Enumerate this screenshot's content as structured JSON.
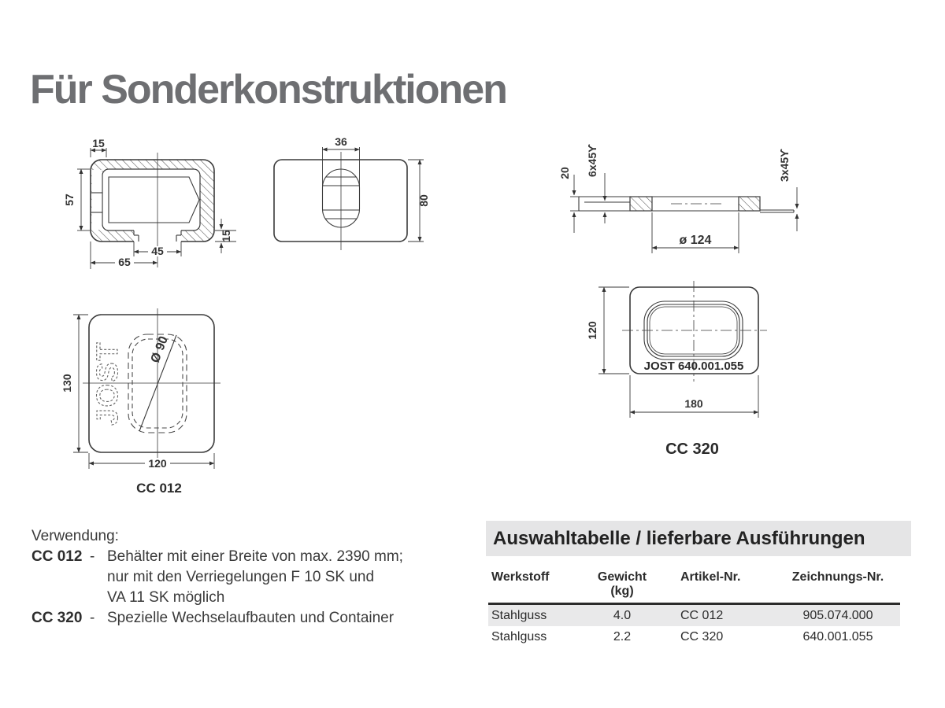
{
  "page": {
    "title": "Für Sonderkonstruktionen"
  },
  "drawings": {
    "side_section": {
      "dim_top_offset": "15",
      "dim_height": "57",
      "dim_slot": "45",
      "dim_half_width": "65",
      "dim_wall": "15"
    },
    "front_view": {
      "dim_hole_width": "36",
      "dim_height": "80"
    },
    "disc_section": {
      "dim_thickness": "20",
      "dim_chamfer_left": "6x45ϒ",
      "dim_chamfer_right": "3x45ϒ",
      "dim_hole_dia": "ø 124"
    },
    "cc012": {
      "dim_height": "130",
      "dim_width": "120",
      "dim_hole": "Ø 90",
      "logo": "JOST",
      "label": "CC 012"
    },
    "cc320": {
      "dim_height": "120",
      "dim_width": "180",
      "casting_text": "JOST 640.001.055",
      "label": "CC 320"
    }
  },
  "usage": {
    "heading": "Verwendung:",
    "items": [
      {
        "code": "CC 012",
        "sep": "-",
        "lines": [
          "Behälter mit einer Breite von max. 2390 mm;",
          "nur mit den Verriegelungen F 10 SK und",
          "VA 11 SK möglich"
        ]
      },
      {
        "code": "CC 320",
        "sep": "-",
        "lines": [
          "Spezielle Wechselaufbauten und Container"
        ]
      }
    ]
  },
  "selection_table": {
    "title": "Auswahltabelle / lieferbare Ausführungen",
    "columns": [
      "Werkstoff",
      "Gewicht (kg)",
      "Artikel-Nr.",
      "Zeichnungs-Nr."
    ],
    "rows": [
      [
        "Stahlguss",
        "4.0",
        "CC 012",
        "905.074.000"
      ],
      [
        "Stahlguss",
        "2.2",
        "CC 320",
        "640.001.055"
      ]
    ]
  },
  "colors": {
    "title_gray": "#6e6f72",
    "ink": "#2e2e2e",
    "line": "#3a3a3a",
    "table_header_bg": "#e5e5e6",
    "row_alt_bg": "#e9e9ea"
  }
}
